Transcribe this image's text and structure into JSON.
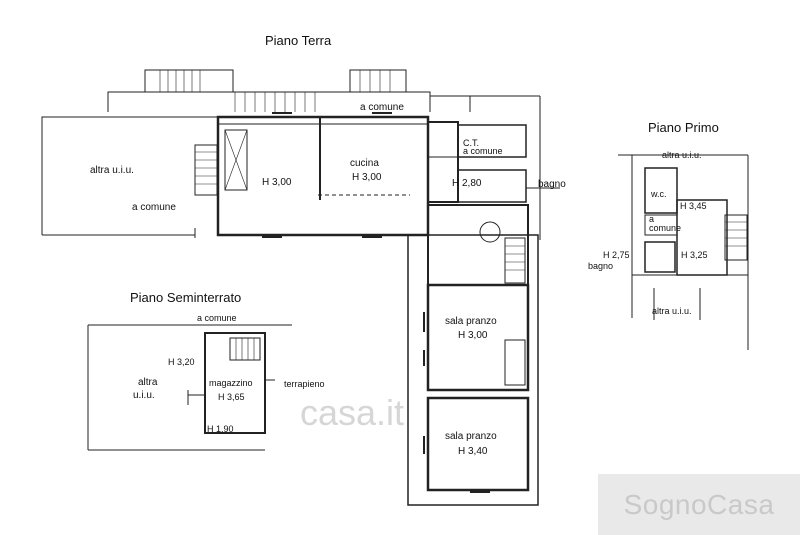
{
  "titles": {
    "ground": "Piano Terra",
    "first": "Piano Primo",
    "basement": "Piano Seminterrato"
  },
  "ground_floor": {
    "a_comune_top": "a comune",
    "a_comune_left": "a comune",
    "altra_uiu": "altra u.i.u.",
    "room1_height": "H 3,00",
    "cucina": "cucina",
    "cucina_height": "H 3,00",
    "ct": "C.T.",
    "ct_comune": "a comune",
    "h280": "H 2,80",
    "bagno": "bagno",
    "sala_pranzo_1": "sala pranzo",
    "sala_pranzo_1_height": "H 3,00",
    "sala_pranzo_2": "sala pranzo",
    "sala_pranzo_2_height": "H 3,40"
  },
  "first_floor": {
    "altra_uiu_top": "altra u.i.u.",
    "wc": "w.c.",
    "h345": "H 3,45",
    "a": "a",
    "comune": "comune",
    "h275": "H 2,75",
    "h325": "H 3,25",
    "bagno": "bagno",
    "altra_uiu_bottom": "altra u.i.u."
  },
  "basement": {
    "a_comune": "a comune",
    "h320": "H 3,20",
    "altra": "altra",
    "uiu": "u.i.u.",
    "magazzino": "magazzino",
    "h365": "H 3,65",
    "terrapieno": "terrapieno",
    "h190": "H 1,90"
  },
  "watermark": "casa.it",
  "brand": "SognoCasa"
}
